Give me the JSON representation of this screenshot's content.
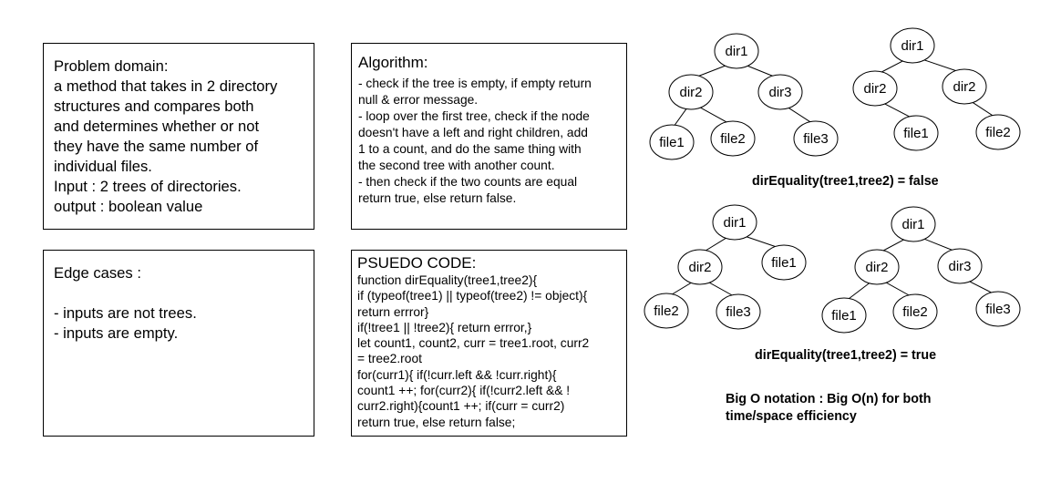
{
  "problem": {
    "lines": [
      "Problem domain:",
      "a method that takes in 2 directory",
      "structures and compares both",
      "and determines whether or not",
      "they have the same number of",
      "individual files.",
      "Input  : 2 trees of directories.",
      "output : boolean value"
    ]
  },
  "algorithm": {
    "title": "Algorithm:",
    "lines": [
      "- check if the tree is empty, if empty return",
      "null & error message.",
      "- loop over the first tree, check if the node",
      "doesn't have a left and right children, add",
      "1 to a count, and do the same thing with",
      "the second tree with another count.",
      "- then check if the two counts are equal",
      "return true, else return false."
    ]
  },
  "edge_cases": {
    "title": "Edge cases :",
    "lines": [
      "- inputs are not trees.",
      "- inputs are empty."
    ]
  },
  "pseudo": {
    "title": "PSUEDO CODE:",
    "lines": [
      "function dirEquality(tree1,tree2){",
      "if (typeof(tree1) || typeof(tree2) != object){",
      "return errror}",
      "if(!tree1 || !tree2){ return errror,}",
      "let count1, count2, curr = tree1.root, curr2",
      "= tree2.root",
      "for(curr1){ if(!curr.left && !curr.right){",
      "count1 ++; for(curr2){ if(!curr2.left && !",
      "curr2.right){count1 ++; if(curr = curr2)",
      "return true, else return false;"
    ]
  },
  "diagram": {
    "trees": [
      {
        "id": "tree-a",
        "nodes": [
          {
            "id": "a1",
            "label": "dir1"
          },
          {
            "id": "a2",
            "label": "dir2"
          },
          {
            "id": "a3",
            "label": "dir3"
          },
          {
            "id": "a4",
            "label": "file1"
          },
          {
            "id": "a5",
            "label": "file2"
          },
          {
            "id": "a6",
            "label": "file3"
          }
        ],
        "edges": [
          [
            "a1",
            "a2"
          ],
          [
            "a1",
            "a3"
          ],
          [
            "a2",
            "a4"
          ],
          [
            "a2",
            "a5"
          ],
          [
            "a3",
            "a6"
          ]
        ]
      },
      {
        "id": "tree-b",
        "nodes": [
          {
            "id": "b1",
            "label": "dir1"
          },
          {
            "id": "b2",
            "label": "dir2"
          },
          {
            "id": "b3",
            "label": "dir2"
          },
          {
            "id": "b4",
            "label": "file1"
          },
          {
            "id": "b5",
            "label": "file2"
          }
        ],
        "edges": [
          [
            "b1",
            "b2"
          ],
          [
            "b1",
            "b3"
          ],
          [
            "b2",
            "b4"
          ],
          [
            "b3",
            "b5"
          ]
        ]
      },
      {
        "id": "tree-c",
        "nodes": [
          {
            "id": "c1",
            "label": "dir1"
          },
          {
            "id": "c2",
            "label": "dir2"
          },
          {
            "id": "c3",
            "label": "file1"
          },
          {
            "id": "c4",
            "label": "file2"
          },
          {
            "id": "c5",
            "label": "file3"
          }
        ],
        "edges": [
          [
            "c1",
            "c2"
          ],
          [
            "c1",
            "c3"
          ],
          [
            "c2",
            "c4"
          ],
          [
            "c2",
            "c5"
          ]
        ]
      },
      {
        "id": "tree-d",
        "nodes": [
          {
            "id": "d1",
            "label": "dir1"
          },
          {
            "id": "d2",
            "label": "dir2"
          },
          {
            "id": "d3",
            "label": "dir3"
          },
          {
            "id": "d4",
            "label": "file1"
          },
          {
            "id": "d5",
            "label": "file2"
          },
          {
            "id": "d6",
            "label": "file3"
          }
        ],
        "edges": [
          [
            "d1",
            "d2"
          ],
          [
            "d1",
            "d3"
          ],
          [
            "d2",
            "d4"
          ],
          [
            "d2",
            "d5"
          ],
          [
            "d3",
            "d6"
          ]
        ]
      }
    ],
    "caption_false": "dirEquality(tree1,tree2) = false",
    "caption_true": "dirEquality(tree1,tree2) = true",
    "bigo": [
      "Big O notation : Big O(n) for both",
      "time/space efficiency"
    ]
  }
}
